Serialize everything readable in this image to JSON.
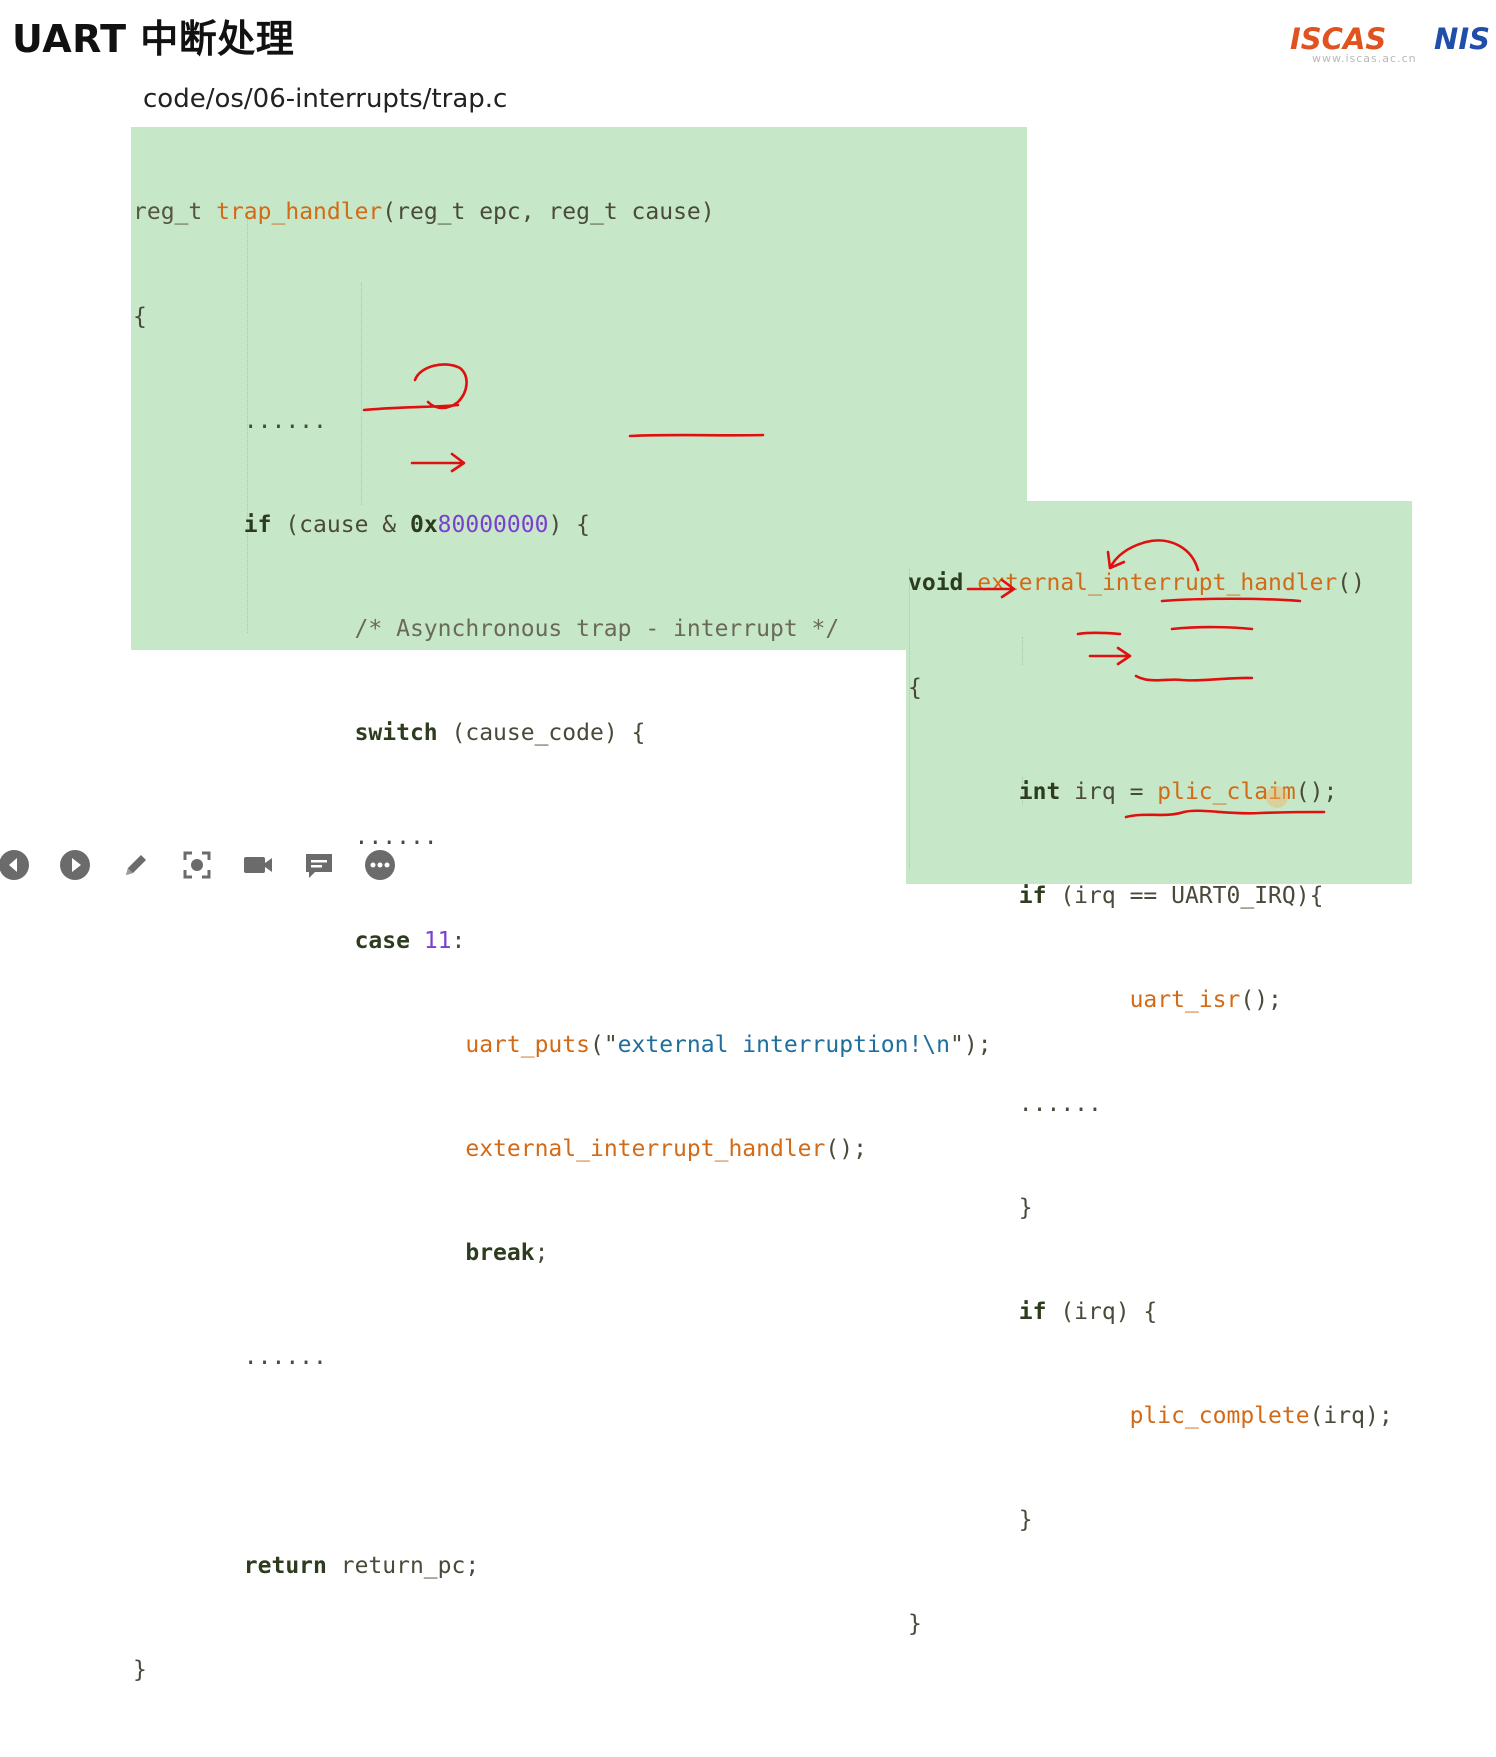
{
  "slide": {
    "title": "UART 中断处理",
    "file_path": "code/os/06-interrupts/trap.c"
  },
  "logo": {
    "left_text": "ISCAS",
    "right_text": "NIS",
    "subtext": "www.iscas.ac.cn"
  },
  "code_main": {
    "l1_type": "reg_t",
    "l1_fn": "trap_handler",
    "l1_rest": "(reg_t epc, reg_t cause)",
    "l2": "{",
    "l3": "        ......",
    "l4_kw": "if",
    "l4_a": " (cause & ",
    "l4_hex_prefix": "0x",
    "l4_hex": "80000000",
    "l4_b": ") {",
    "l5": "                /* Asynchronous trap - interrupt */",
    "l6_kw": "switch",
    "l6_rest": " (cause_code) {",
    "l7": "                ......",
    "l8_kw": "case",
    "l8_num": "11",
    "l8_rest": ":",
    "l9_fn": "uart_puts",
    "l9_a": "(\"",
    "l9_str": "external interruption!\\n",
    "l9_b": "\");",
    "l10_fn": "external_interrupt_handler",
    "l10_rest": "();",
    "l11_kw": "break",
    "l11_rest": ";",
    "l12": "        ......",
    "l13": "",
    "l14_kw": "return",
    "l14_rest": " return_pc;",
    "l15": "}"
  },
  "code_ext": {
    "l1_kw": "void",
    "l1_fn": "external_interrupt_handler",
    "l1_rest": "()",
    "l2": "{",
    "l3_kw": "int",
    "l3_a": " irq = ",
    "l3_fn": "plic_claim",
    "l3_b": "();",
    "l4_kw": "if",
    "l4_rest": " (irq == UART0_IRQ){",
    "l5_fn": "uart_isr",
    "l5_rest": "();",
    "l6": "        ......",
    "l7": "        }",
    "l8_kw": "if",
    "l8_rest": " (irq) {",
    "l9_fn": "plic_complete",
    "l9_rest": "(irq);",
    "l10": "        }",
    "l11": "}"
  },
  "toolbar": {
    "icons": [
      "prev-icon",
      "play-icon",
      "pen-icon",
      "screenshot-icon",
      "camera-icon",
      "chat-icon",
      "more-icon"
    ]
  },
  "colors": {
    "code_bg": "#c6e8c9",
    "function": "#d26a17",
    "number": "#7a3fcf",
    "string": "#1f6e9e",
    "annotation": "#e01010"
  }
}
